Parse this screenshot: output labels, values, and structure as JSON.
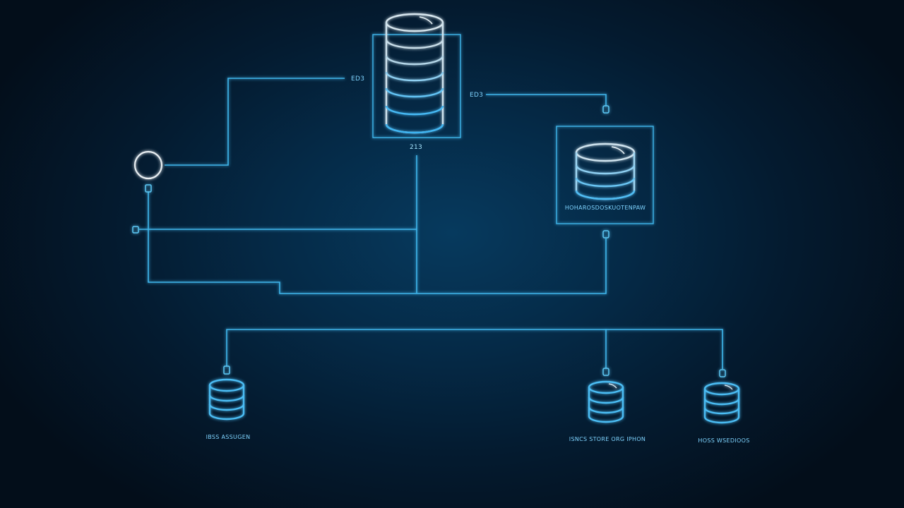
{
  "diagram": {
    "accent_color": "#3fb6ec",
    "background_color": "#052a47",
    "labels": {
      "top_left": "ED3",
      "top_right": "ED3",
      "main_db": "213",
      "replica_db": "HOHAROSDOSKUOTENPAW",
      "bottom_db_1": "IBSS ASSUGEN",
      "bottom_db_2": "ISNCS STORE ORG IPHON",
      "bottom_db_3": "HOSS WSEDIOOS"
    },
    "icons": {
      "main_db": "database-icon",
      "replica_db": "database-icon",
      "bottom_db_1": "database-icon",
      "bottom_db_2": "database-icon",
      "bottom_db_3": "database-icon",
      "client": "circle-node-icon"
    }
  }
}
